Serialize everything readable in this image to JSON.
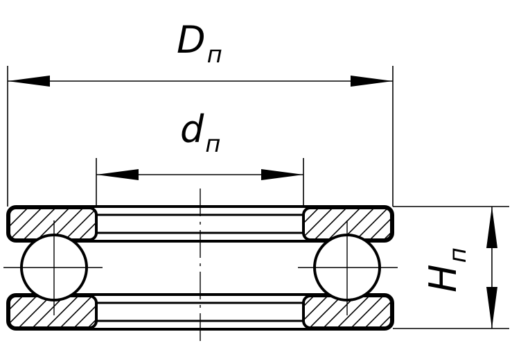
{
  "labels": {
    "outer_diameter": {
      "main": "D",
      "sub": "п"
    },
    "inner_diameter": {
      "main": "d",
      "sub": "п"
    },
    "height": {
      "main": "H",
      "sub": "п"
    }
  },
  "colors": {
    "line": "#000000",
    "background": "#ffffff"
  }
}
